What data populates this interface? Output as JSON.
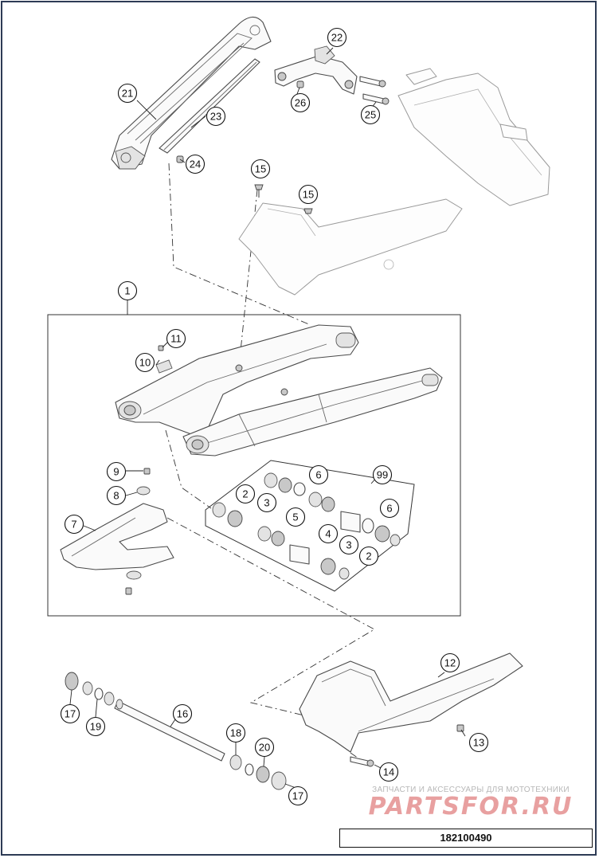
{
  "diagram": {
    "callouts": [
      {
        "id": "21",
        "text": "21"
      },
      {
        "id": "23",
        "text": "23"
      },
      {
        "id": "24",
        "text": "24"
      },
      {
        "id": "22",
        "text": "22"
      },
      {
        "id": "26",
        "text": "26"
      },
      {
        "id": "25",
        "text": "25"
      },
      {
        "id": "15a",
        "text": "15"
      },
      {
        "id": "15b",
        "text": "15"
      },
      {
        "id": "1",
        "text": "1"
      },
      {
        "id": "11",
        "text": "11"
      },
      {
        "id": "10",
        "text": "10"
      },
      {
        "id": "9",
        "text": "9"
      },
      {
        "id": "8",
        "text": "8"
      },
      {
        "id": "7",
        "text": "7"
      },
      {
        "id": "99",
        "text": "99"
      },
      {
        "id": "6a",
        "text": "6"
      },
      {
        "id": "2a",
        "text": "2"
      },
      {
        "id": "3a",
        "text": "3"
      },
      {
        "id": "5",
        "text": "5"
      },
      {
        "id": "6b",
        "text": "6"
      },
      {
        "id": "4",
        "text": "4"
      },
      {
        "id": "3b",
        "text": "3"
      },
      {
        "id": "2b",
        "text": "2"
      },
      {
        "id": "12",
        "text": "12"
      },
      {
        "id": "13",
        "text": "13"
      },
      {
        "id": "14",
        "text": "14"
      },
      {
        "id": "16",
        "text": "16"
      },
      {
        "id": "17a",
        "text": "17"
      },
      {
        "id": "19",
        "text": "19"
      },
      {
        "id": "18",
        "text": "18"
      },
      {
        "id": "20",
        "text": "20"
      },
      {
        "id": "17b",
        "text": "17"
      }
    ]
  },
  "watermark": {
    "caption": "ЗАПЧАСТИ И АКСЕССУАРЫ ДЛЯ МОТОТЕХНИКИ",
    "logo": "PARTSFOR.RU",
    "color": "#e8a0a0"
  },
  "drawing_code": "182100490",
  "colors": {
    "border": "#2d3b55",
    "line": "#333333"
  }
}
